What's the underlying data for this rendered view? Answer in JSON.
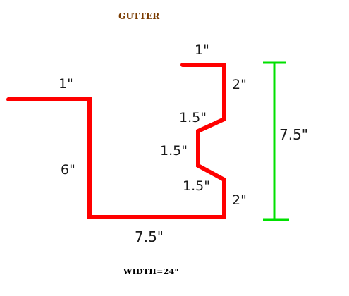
{
  "title": "GUTTER",
  "footer": "WIDTH=24\"",
  "colors": {
    "profile": "#ff0000",
    "dimension_bar": "#00e000",
    "title": "#7a3b00",
    "text": "#1a1a1a"
  },
  "labels": {
    "left_flange": "1\"",
    "back_height": "6\"",
    "bottom": "7.5\"",
    "top_lip": "1\"",
    "upper_vertical": "2\"",
    "upper_diagonal": "1.5\"",
    "middle_vertical": "1.5\"",
    "lower_diagonal": "1.5\"",
    "lower_vertical": "2\"",
    "overall_height": "7.5\""
  }
}
